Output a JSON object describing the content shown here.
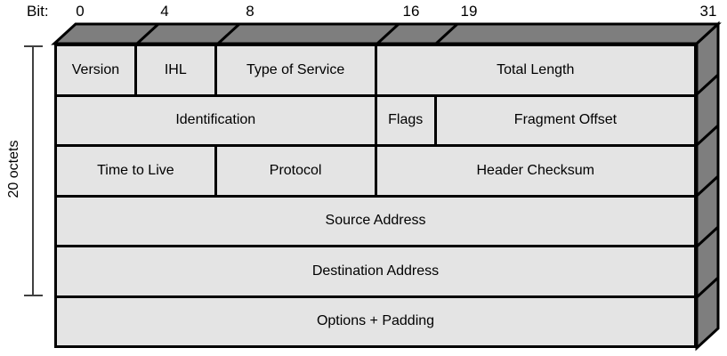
{
  "diagram_subject": "IP packet header layout",
  "bit_axis": {
    "label": "Bit:",
    "ticks": [
      "0",
      "4",
      "8",
      "16",
      "19",
      "31"
    ]
  },
  "side_label": "20 octets",
  "rows": [
    {
      "fields": [
        {
          "label": "Version",
          "bits": "0-3"
        },
        {
          "label": "IHL",
          "bits": "4-7"
        },
        {
          "label": "Type of Service",
          "bits": "8-15"
        },
        {
          "label": "Total Length",
          "bits": "16-31"
        }
      ]
    },
    {
      "fields": [
        {
          "label": "Identification",
          "bits": "0-15"
        },
        {
          "label": "Flags",
          "bits": "16-18"
        },
        {
          "label": "Fragment Offset",
          "bits": "19-31"
        }
      ]
    },
    {
      "fields": [
        {
          "label": "Time to Live",
          "bits": "0-7"
        },
        {
          "label": "Protocol",
          "bits": "8-15"
        },
        {
          "label": "Header Checksum",
          "bits": "16-31"
        }
      ]
    },
    {
      "fields": [
        {
          "label": "Source Address",
          "bits": "0-31"
        }
      ]
    },
    {
      "fields": [
        {
          "label": "Destination Address",
          "bits": "0-31"
        }
      ]
    },
    {
      "fields": [
        {
          "label": "Options + Padding",
          "bits": "0-31"
        }
      ]
    }
  ],
  "colors": {
    "background": "#ffffff",
    "cell_fill": "#e4e4e4",
    "face_fill": "#7e7e7e",
    "border_color": "#000000",
    "bracket_color": "#404040",
    "text_color": "#000000"
  }
}
